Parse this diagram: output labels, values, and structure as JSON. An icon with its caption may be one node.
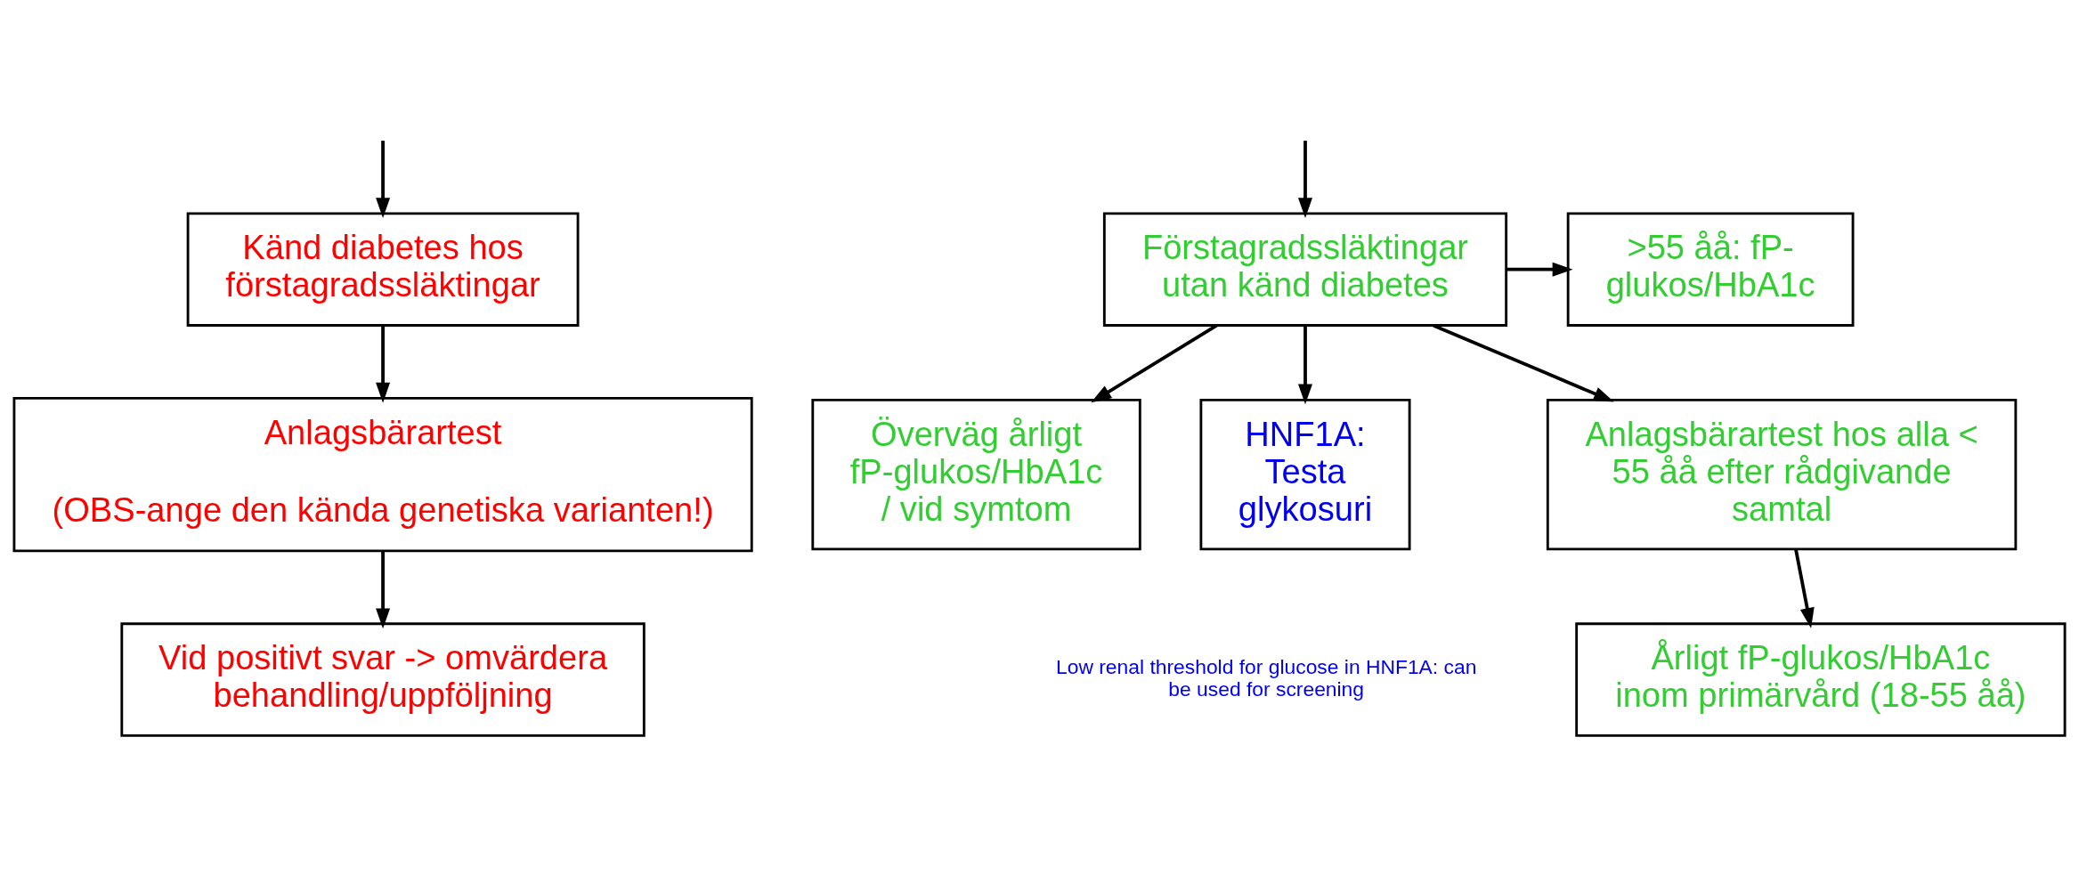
{
  "diagram": {
    "nodes": [
      {
        "text": [
          "Känd diabetes hos förstagradssläktingar"
        ]
      },
      {
        "text": [
          "Förstagradssläktingar utan känd diabetes"
        ]
      },
      {
        "text": [
          ">55 åå: fP-glukos/HbA1c"
        ]
      },
      {
        "text": [
          "Anlagsbärartest",
          "(OBS-ange den kända genetiska varianten!)"
        ]
      },
      {
        "text": [
          "Överväg årligt fP-glukos/HbA1c / vid symtom"
        ]
      },
      {
        "text": [
          "HNF1A: Testa glykosuri"
        ]
      },
      {
        "text": [
          "Anlagsbärartest hos alla < 55 åå efter rådgivande samtal"
        ]
      },
      {
        "text": [
          "Vid positivt svar -> omvärdera behandling/uppföljning"
        ]
      },
      {
        "text": [
          "Årligt fP-glukos/HbA1c inom primärvård (18-55 åå)"
        ]
      }
    ],
    "edges": [
      {
        "from": null,
        "to": 0,
        "arrow": "to"
      },
      {
        "from": null,
        "to": 1,
        "arrow": "to"
      },
      {
        "from": 0,
        "to": 3,
        "arrow": "to"
      },
      {
        "from": 1,
        "to": 2,
        "arrow": "to"
      },
      {
        "from": 1,
        "to": 4,
        "arrow": "to"
      },
      {
        "from": 1,
        "to": 5,
        "arrow": "to"
      },
      {
        "from": 1,
        "to": 6,
        "arrow": "to"
      },
      {
        "from": 3,
        "to": 7,
        "arrow": "to"
      },
      {
        "from": 6,
        "to": 8,
        "arrow": "to"
      }
    ],
    "labels": [
      "Low renal threshold for glucose in HNF1A: can be used for screening"
    ]
  }
}
